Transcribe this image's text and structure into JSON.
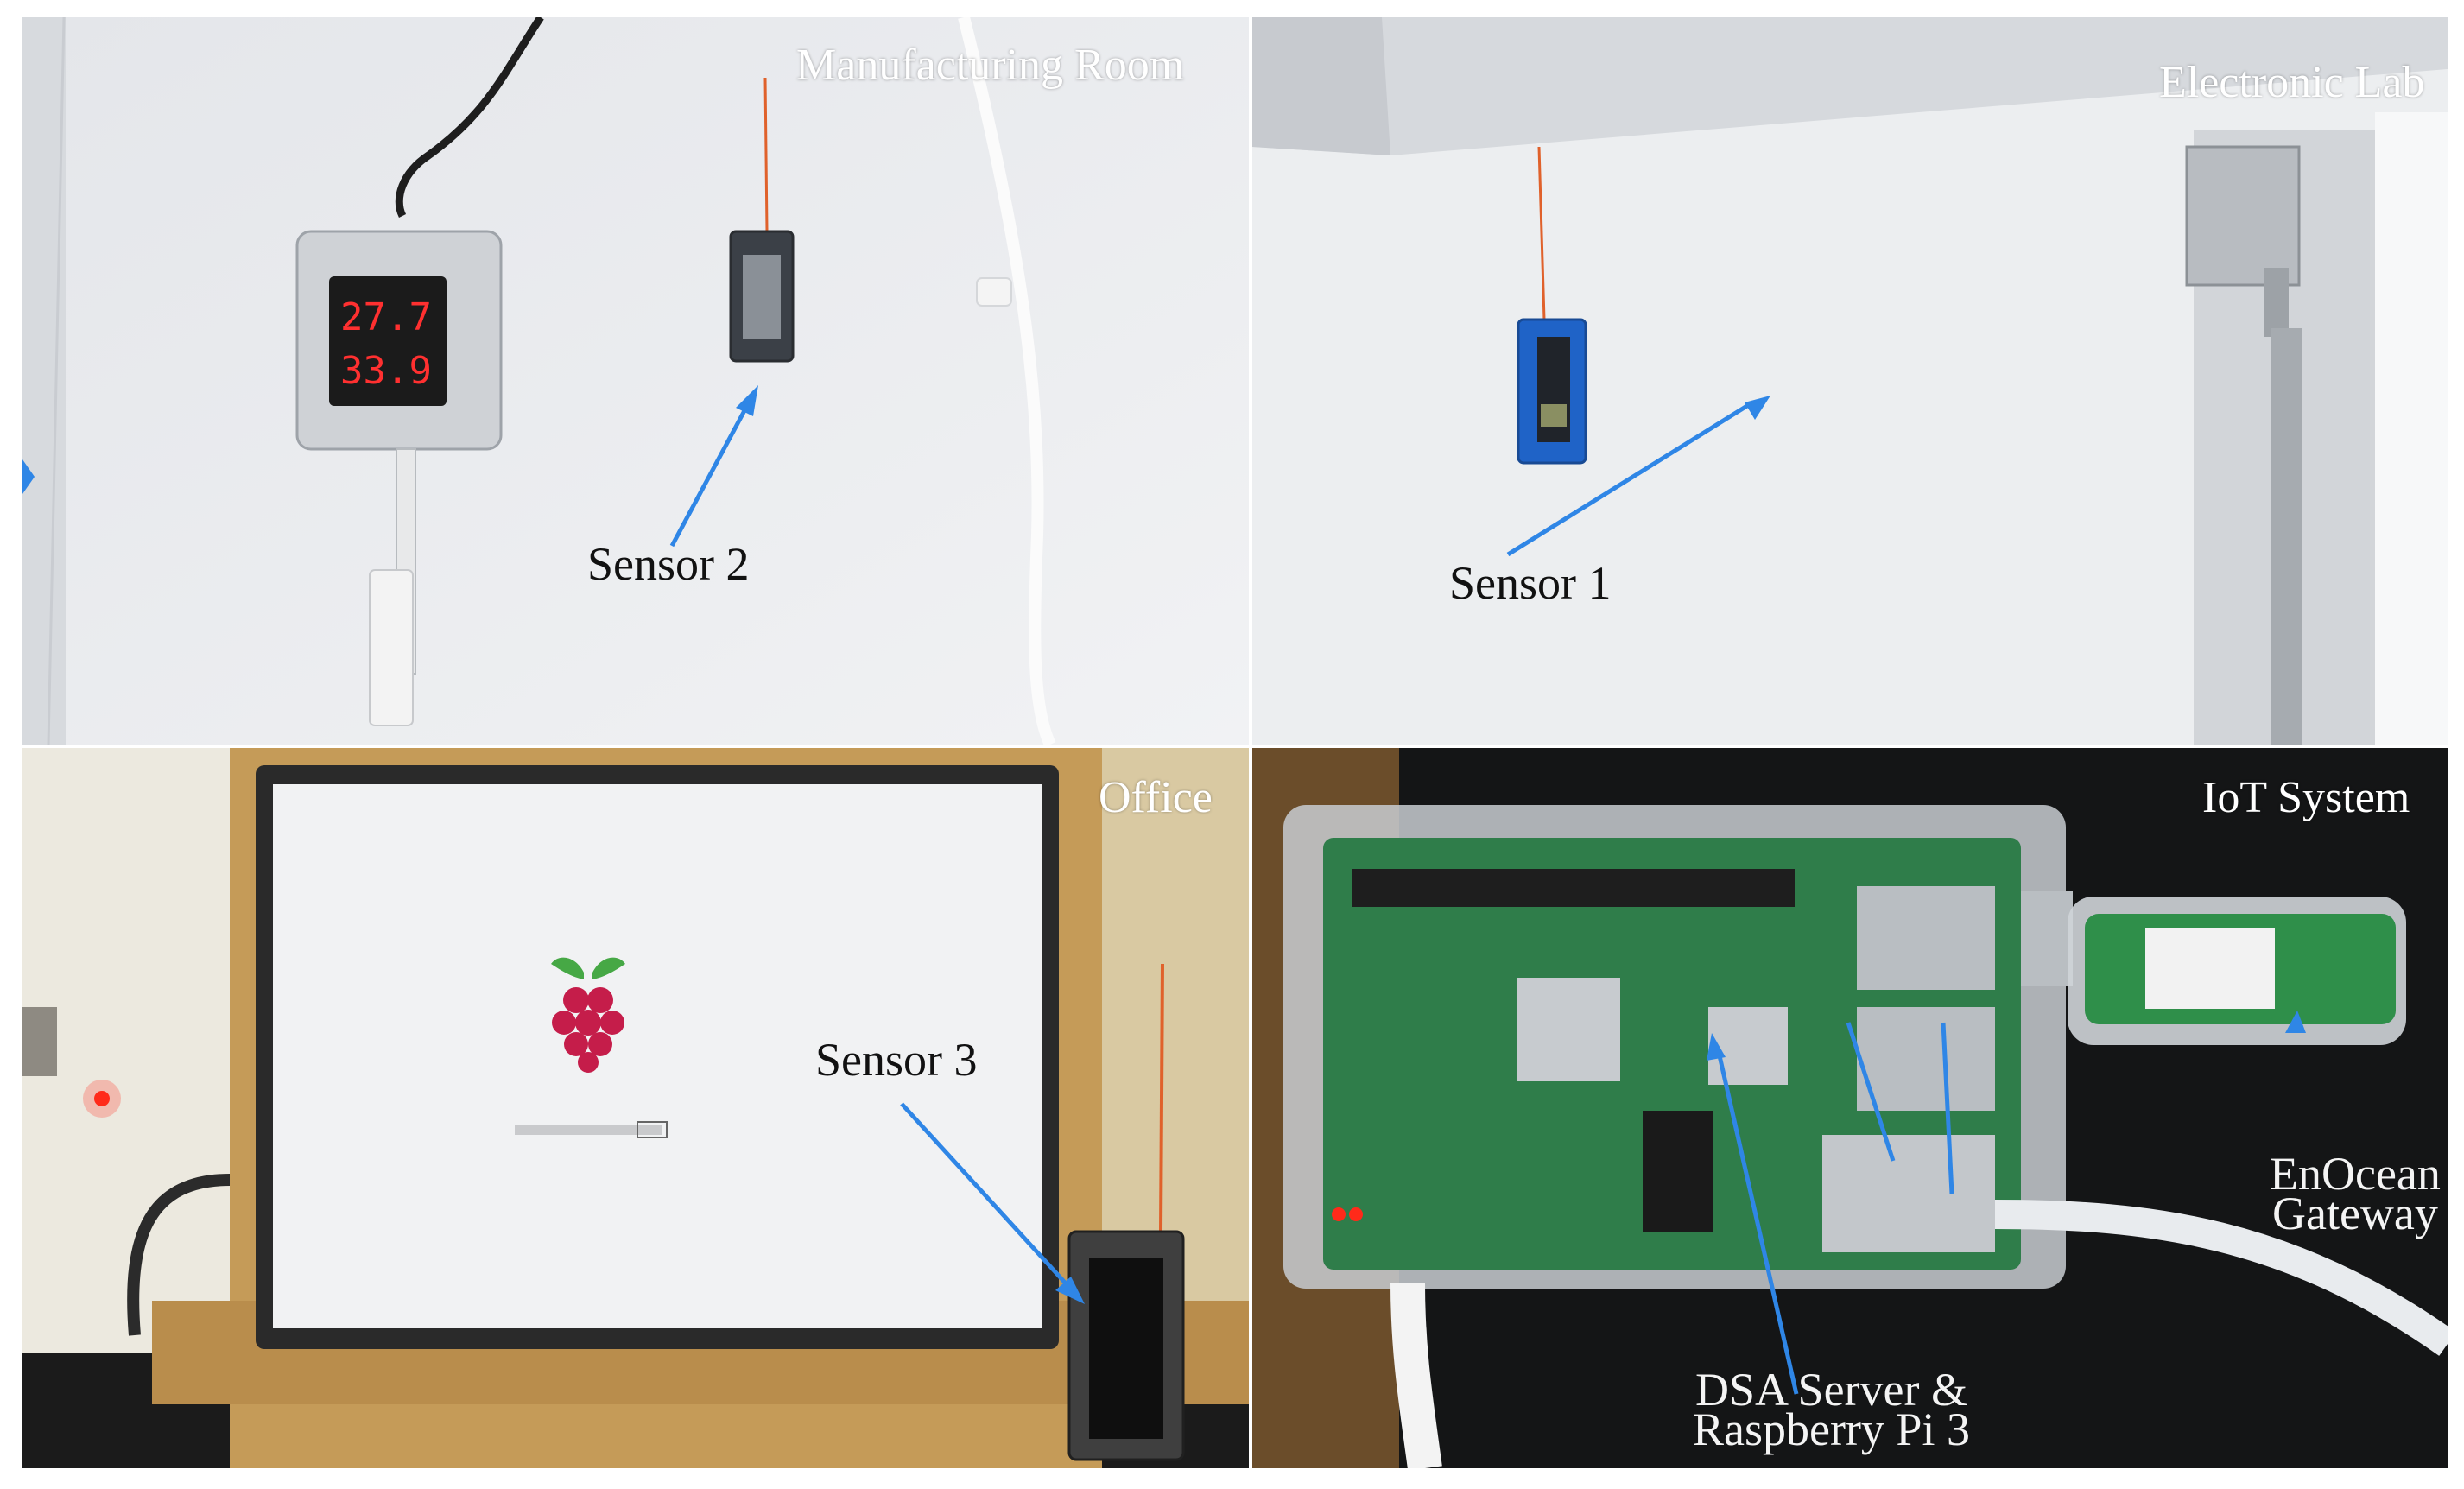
{
  "panels": {
    "manufacturing": {
      "title": "Manufacturing Room",
      "sensor_label": "Sensor 2",
      "display": {
        "temperature": "27.7",
        "humidity": "33.9"
      }
    },
    "electronic_lab": {
      "title": "Electronic Lab",
      "sensor_label": "Sensor 1"
    },
    "office": {
      "title": "Office",
      "sensor_label": "Sensor 3"
    },
    "iot_system": {
      "title": "IoT System",
      "gateway_label": [
        "EnOcean",
        "Gateway"
      ],
      "server_label": [
        "DSA  Server &",
        "Raspberry Pi 3"
      ]
    }
  },
  "colors": {
    "arrow": "#2f86e6",
    "wall": "#e9ebee",
    "enclosure_blue": "#1f63c7",
    "led_red": "#ff2a1a"
  },
  "icons": [
    "raspberry-logo-icon",
    "arrow-icon"
  ]
}
